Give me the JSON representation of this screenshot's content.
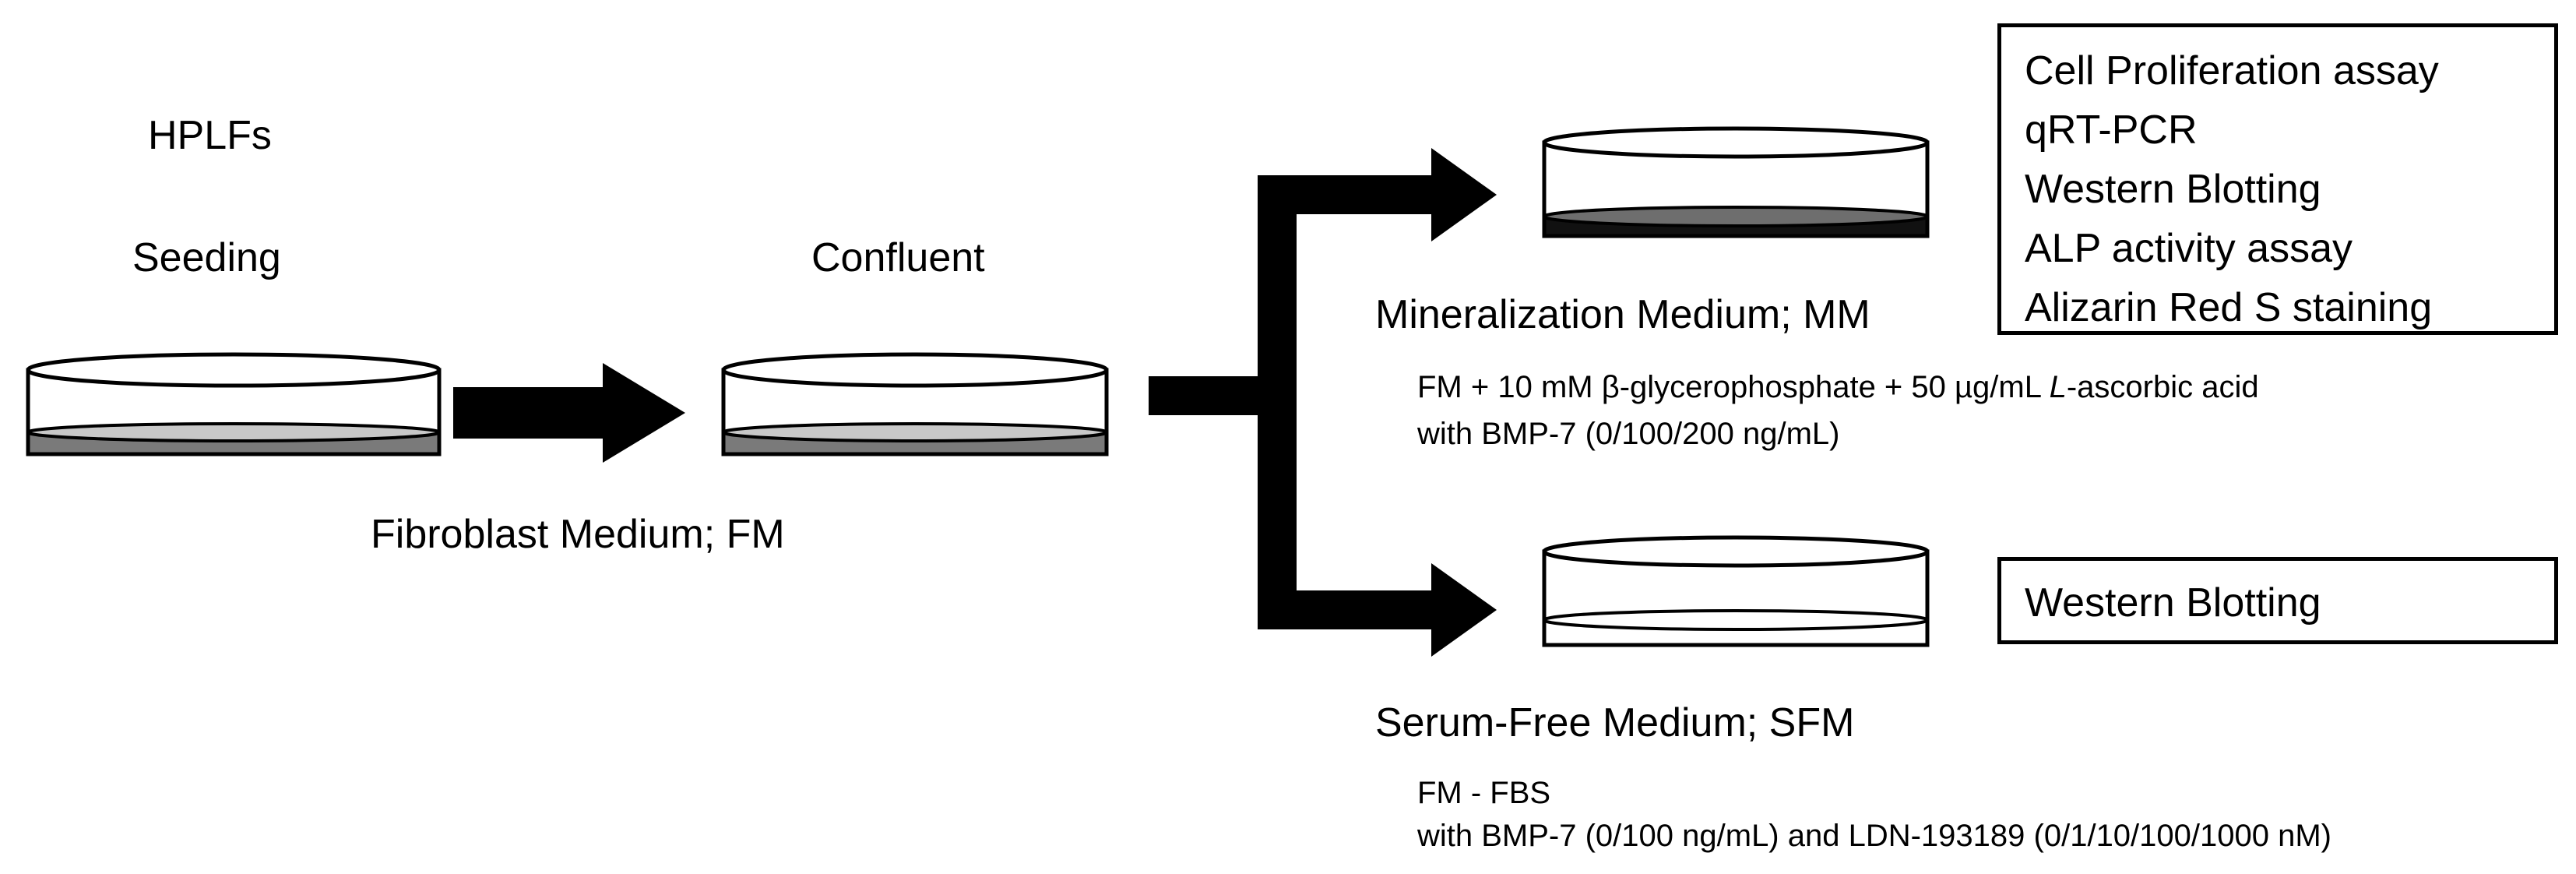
{
  "cell_label": "HPLFs",
  "stages": {
    "seeding": "Seeding",
    "confluent": "Confluent"
  },
  "fibroblast_medium": "Fibroblast Medium; FM",
  "mineralization": {
    "title": "Mineralization Medium; MM",
    "recipe_prefix": "FM + 10 mM β-glycerophosphate + 50 µg/mL ",
    "recipe_italic": "L",
    "recipe_suffix": "-ascorbic acid",
    "bmp": "with BMP-7 (0/100/200 ng/mL)"
  },
  "serum_free": {
    "title": "Serum-Free Medium; SFM",
    "recipe": "FM - FBS",
    "bmp": "with BMP-7 (0/100 ng/mL) and LDN-193189 (0/1/10/100/1000 nM)"
  },
  "assays_mm": [
    "Cell Proliferation assay",
    "qRT-PCR",
    "Western Blotting",
    "ALP activity assay",
    "Alizarin Red S staining"
  ],
  "assays_sfm": [
    "Western Blotting"
  ]
}
